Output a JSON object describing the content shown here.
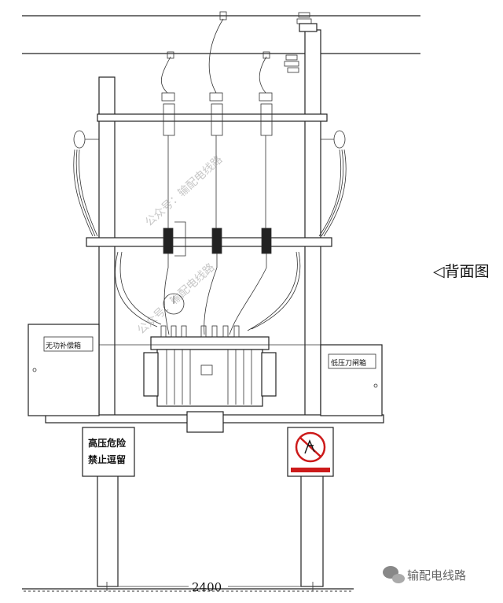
{
  "view_label": "◁背面图",
  "dimension": "2400",
  "reactive_box_label": "无功补偿箱",
  "lv_box_label": "低压刀闸箱",
  "warning_sign": {
    "line1": "高压危险",
    "line2": "禁止逗留"
  },
  "watermark_brand": "输配电线路",
  "watermark_diag_1": "公众号：输配电线路",
  "watermark_diag_2": "公众号：输配电线路",
  "colors": {
    "line": "#222222",
    "sign_red": "#cc1a1a",
    "watermark": "#9a9a9a"
  }
}
